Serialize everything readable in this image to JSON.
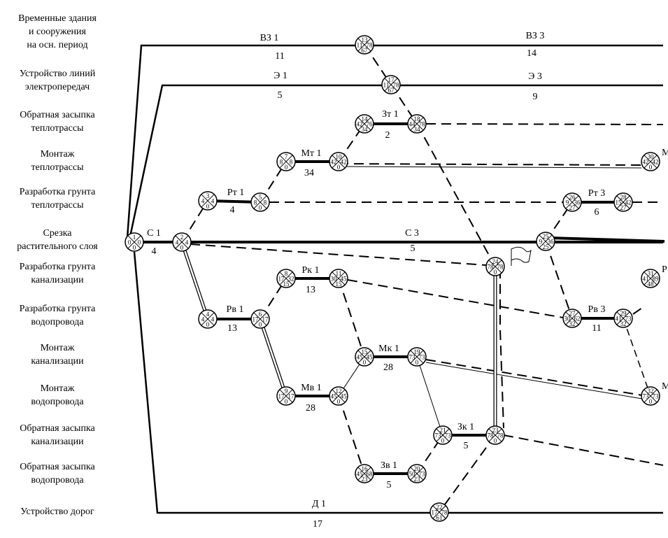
{
  "rows": [
    {
      "id": "vz",
      "label": "Временные здания\nи сооружения\nна    осн.  период"
    },
    {
      "id": "e",
      "label": "Устройство линий\nэлектропередач"
    },
    {
      "id": "zt",
      "label": "Обратная засыпка\nтеплотрассы"
    },
    {
      "id": "mt",
      "label": "Монтаж\nтеплотрассы"
    },
    {
      "id": "rt",
      "label": "Разработка грунта\nтеплотрассы"
    },
    {
      "id": "c",
      "label": "Срезка\nрастительного слоя"
    },
    {
      "id": "rk",
      "label": "Разработка грунта\nканализации"
    },
    {
      "id": "rv",
      "label": "Разработка грунта\nводопровода"
    },
    {
      "id": "mk",
      "label": "Монтаж\nканализации"
    },
    {
      "id": "mv",
      "label": "Монтаж\nводопровода"
    },
    {
      "id": "zk",
      "label": "Обратная засыпка\nканализации"
    },
    {
      "id": "zv",
      "label": "Обратная засыпка\nводопровода"
    },
    {
      "id": "d",
      "label": "Устройство дорог"
    }
  ],
  "events": [
    {
      "n": "1",
      "tl": "0",
      "tr": "0",
      "bt": "0"
    },
    {
      "n": "2",
      "tl": "4",
      "tr": "4",
      "bt": "0"
    },
    {
      "n": "3",
      "tl": "4",
      "tr": "4",
      "bt": "0"
    },
    {
      "n": "4",
      "tl": "4",
      "tr": "4",
      "bt": "0"
    },
    {
      "n": "5",
      "tl": "8",
      "tr": "8",
      "bt": "0"
    },
    {
      "n": "6",
      "tl": "17",
      "tr": "17",
      "bt": "0"
    },
    {
      "n": "7",
      "tl": "8",
      "tr": "8",
      "bt": "0"
    },
    {
      "n": "8",
      "tl": "17",
      "tr": "32",
      "bt": "15"
    },
    {
      "n": "9",
      "tl": "17",
      "tr": "17",
      "bt": "0"
    },
    {
      "n": "10",
      "tl": "42",
      "tr": "42",
      "bt": "0"
    },
    {
      "n": "11",
      "tl": "30",
      "tr": "45",
      "bt": "15"
    },
    {
      "n": "12",
      "tl": "45",
      "tr": "45",
      "bt": "0"
    },
    {
      "n": "13",
      "tl": "11",
      "tr": "78",
      "bt": "67"
    },
    {
      "n": "14",
      "tl": "42",
      "tr": "76",
      "bt": "34"
    },
    {
      "n": "15",
      "tl": "45",
      "tr": "45",
      "bt": "0"
    },
    {
      "n": "16",
      "tl": "45",
      "tr": "68",
      "bt": "23"
    },
    {
      "n": "17",
      "tl": "11",
      "tr": "78",
      "bt": "67"
    },
    {
      "n": "18",
      "tl": "44",
      "tr": "78",
      "bt": "34"
    },
    {
      "n": "19",
      "tl": "73",
      "tr": "73",
      "bt": "0"
    },
    {
      "n": "20",
      "tl": "50",
      "tr": "73",
      "bt": "23"
    },
    {
      "n": "21",
      "tl": "73",
      "tr": "73",
      "bt": "0"
    },
    {
      "n": "22",
      "tl": "17",
      "tr": "78",
      "bt": "61"
    },
    {
      "n": "23",
      "tl": "78",
      "tr": "78",
      "bt": "0"
    },
    {
      "n": "24",
      "tl": "78",
      "tr": "78",
      "bt": "0"
    },
    {
      "n": "25",
      "tl": "9",
      "tr": "36",
      "bt": "25"
    },
    {
      "n": "26",
      "tl": "9",
      "tr": "36",
      "bt": "27"
    },
    {
      "n": "27",
      "tl": "30",
      "tr": "62",
      "bt": "32"
    },
    {
      "n": "28",
      "tl": "15",
      "tr": "42",
      "bt": "27"
    },
    {
      "n": "29",
      "tl": "41",
      "tr": "73",
      "bt": "32"
    },
    {
      "n": "30",
      "tl": "42",
      "tr": "42",
      "bt": "0"
    },
    {
      "n": "31",
      "tl": "41",
      "tr": "89",
      "bt": "48"
    },
    {
      "n": "32",
      "tl": "73",
      "tr": "73",
      "bt": "0"
    }
  ],
  "works": [
    {
      "name": "ВЗ 1",
      "dur": "11"
    },
    {
      "name": "ВЗ 3",
      "dur": "14"
    },
    {
      "name": "Э 1",
      "dur": "5"
    },
    {
      "name": "Э 3",
      "dur": "9"
    },
    {
      "name": "Зт 1",
      "dur": "2"
    },
    {
      "name": "Мт 1",
      "dur": "34"
    },
    {
      "name": "Рт 1",
      "dur": "4"
    },
    {
      "name": "Рт 3",
      "dur": "6"
    },
    {
      "name": "С 1",
      "dur": "4"
    },
    {
      "name": "С 3",
      "dur": "5"
    },
    {
      "name": "Рк 1",
      "dur": "13"
    },
    {
      "name": "Рв 1",
      "dur": "13"
    },
    {
      "name": "Рв 3",
      "dur": "11"
    },
    {
      "name": "Мк 1",
      "dur": "28"
    },
    {
      "name": "Мв 1",
      "dur": "28"
    },
    {
      "name": "Зк 1",
      "dur": "5"
    },
    {
      "name": "Зв 1",
      "dur": "5"
    },
    {
      "name": "Д 1",
      "dur": "17"
    }
  ],
  "cut_labels": [
    "М",
    "Р",
    "М"
  ]
}
